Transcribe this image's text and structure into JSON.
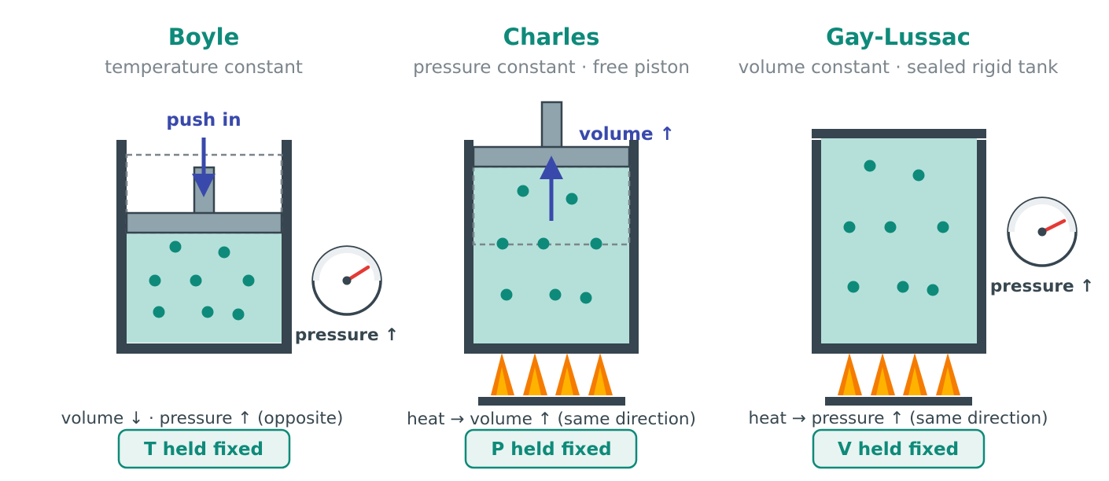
{
  "colors": {
    "title": "#0e8a7a",
    "subtitle": "#7b858c",
    "wall": "#36454f",
    "gas": "#b5e0d9",
    "molecule": "#0e8a7a",
    "piston": "#90a4ae",
    "arrow": "#3949ab",
    "needle": "#e53935",
    "flame_outer": "#f57c00",
    "flame_inner": "#ffb300",
    "badge_fill": "#e8f4f1",
    "badge_border": "#0e8a7a"
  },
  "panels": [
    {
      "title": "Boyle",
      "subtitle": "temperature constant",
      "annotation": "push in",
      "gauge_label": "pressure ↑",
      "caption": "volume ↓ · pressure ↑  (opposite)",
      "badge": "T held fixed"
    },
    {
      "title": "Charles",
      "subtitle": "pressure constant · free piston",
      "annotation": "volume ↑",
      "caption": "heat → volume ↑  (same direction)",
      "badge": "P held fixed"
    },
    {
      "title": "Gay-Lussac",
      "subtitle": "volume constant · sealed rigid tank",
      "gauge_label": "pressure ↑",
      "caption": "heat → pressure ↑  (same direction)",
      "badge": "V held fixed"
    }
  ]
}
